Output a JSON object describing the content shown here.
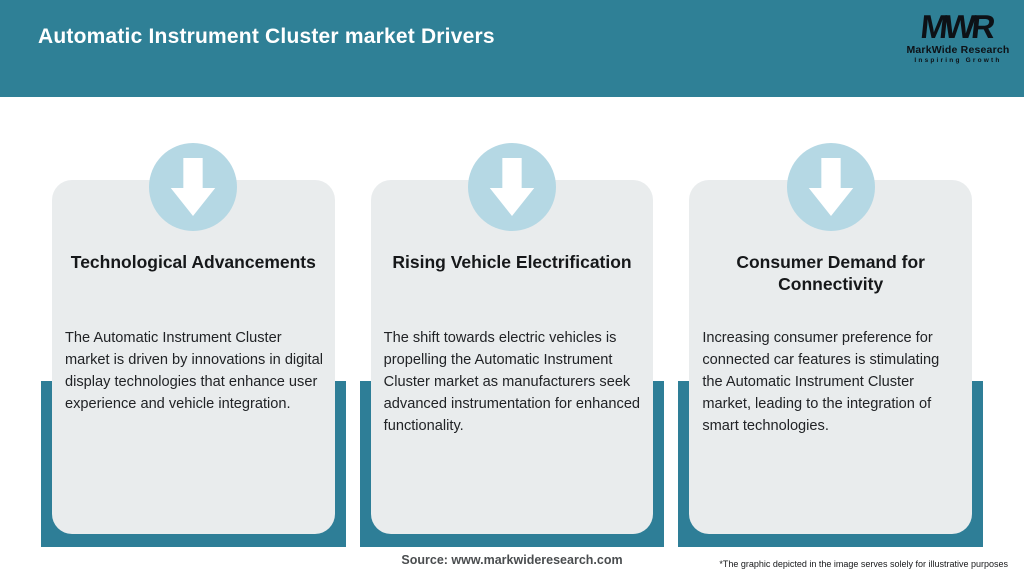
{
  "header": {
    "title": "Automatic Instrument Cluster market Drivers",
    "background_color": "#2F8096",
    "text_color": "#FFFFFF"
  },
  "logo": {
    "acronym": "MWR",
    "name": "MarkWide Research",
    "tagline": "Inspiring Growth",
    "icon": "mwr-logo-icon",
    "color": "#0D1116"
  },
  "cards": [
    {
      "icon": "down-arrow-icon",
      "title": "Technological Advancements",
      "body": "The Automatic Instrument Cluster market is driven by innovations in digital display technologies that enhance user experience and vehicle integration."
    },
    {
      "icon": "down-arrow-icon",
      "title": "Rising Vehicle Electrification",
      "body": "The shift towards electric vehicles is propelling the Automatic Instrument Cluster market as manufacturers seek advanced instrumentation for enhanced functionality."
    },
    {
      "icon": "down-arrow-icon",
      "title": "Consumer Demand for Connectivity",
      "body": "Increasing consumer preference for connected car features is stimulating the Automatic Instrument Cluster market, leading to the integration of smart technologies."
    }
  ],
  "footer": {
    "source": "Source: www.markwideresearch.com",
    "disclaimer": "*The graphic depicted in the image serves solely for illustrative purposes"
  },
  "colors": {
    "header_teal": "#2F8096",
    "shadow_teal": "#2E7E97",
    "badge_blue": "#B5D8E4",
    "card_gray": "#E9ECED",
    "title_text": "#16181A",
    "body_text": "#212326",
    "source_text": "#4A4D4F"
  }
}
